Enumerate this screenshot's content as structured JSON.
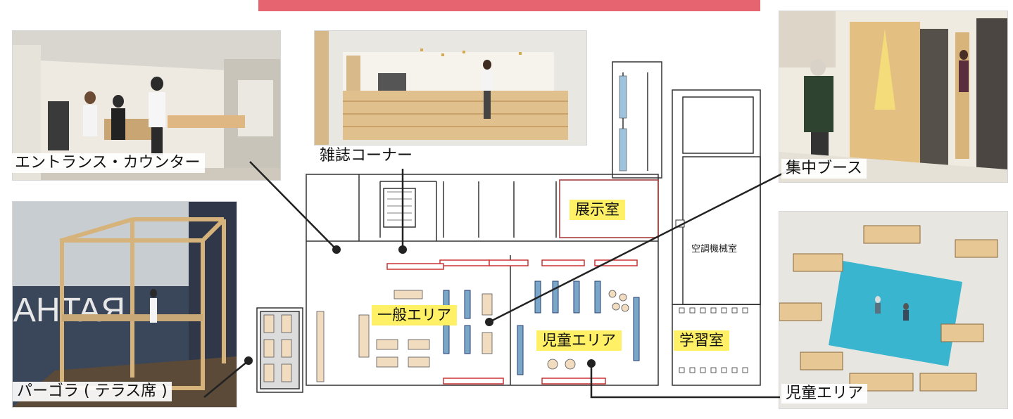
{
  "labels": {
    "entrance": "エントランス・カウンター",
    "magazine": "雑誌コーナー",
    "focus_booth": "集中ブース",
    "pergola": "パーゴラ ( テラス席 )",
    "kids_area_callout": "児童エリア",
    "exhibition": "展示室",
    "general_area": "一般エリア",
    "kids_area": "児童エリア",
    "study_room": "学習室",
    "machine_room": "空調機械室"
  },
  "colors": {
    "banner": "#e5646f",
    "highlight": "#fff066",
    "leader": "#222222"
  }
}
